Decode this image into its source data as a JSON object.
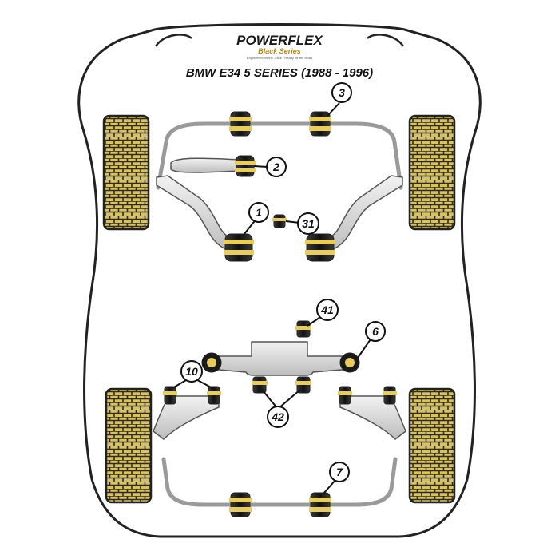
{
  "logo": {
    "brand": "POWERFLEX",
    "series": "Black Series",
    "tagline": "Engineered for the Track · Ready for the Road"
  },
  "title": "BMW E34 5 SERIES (1988 - 1996)",
  "callouts": {
    "c1": "1",
    "c2": "2",
    "c3": "3",
    "c6": "6",
    "c7": "7",
    "c10": "10",
    "c31": "31",
    "c41": "41",
    "c42": "42"
  },
  "colors": {
    "outline": "#222222",
    "body_fill": "#ffffff",
    "tyre_fill": "#d9c25a",
    "tyre_grid": "#2b2b2b",
    "bush_fill": "#1a1a1a",
    "bush_ring": "#e8cd5c",
    "part_fill": "#dedede",
    "part_stroke": "#777777"
  }
}
